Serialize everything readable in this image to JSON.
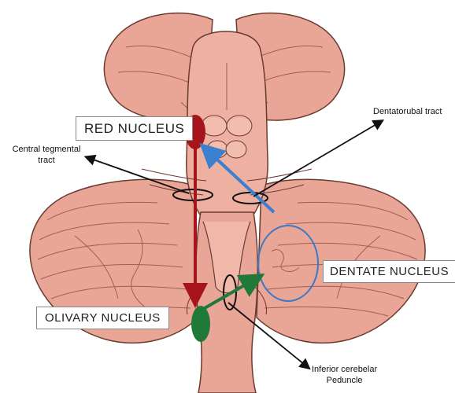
{
  "diagram": {
    "labels": {
      "red_nucleus": "RED NUCLEUS",
      "olivary_nucleus": "OLIVARY NUCLEUS",
      "dentate_nucleus": "DENTATE NUCLEUS",
      "central_tegmental_line1": "Central tegmental",
      "central_tegmental_line2": "tract",
      "dentatorubal": "Dentatorubal tract",
      "inferior_peduncle_line1": "Inferior cerebelar",
      "inferior_peduncle_line2": "Peduncle"
    },
    "colors": {
      "tissue": "#e9a596",
      "tissue_light": "#f2bcae",
      "tissue_dark": "#d38878",
      "outline": "#6b3a30",
      "red_nucleus": "#a8141b",
      "olivary_nucleus": "#1f7a3a",
      "dentatorubal_arrow": "#3b7fcf",
      "dentate_circle": "#3b78c8",
      "pointer": "#111111"
    }
  }
}
